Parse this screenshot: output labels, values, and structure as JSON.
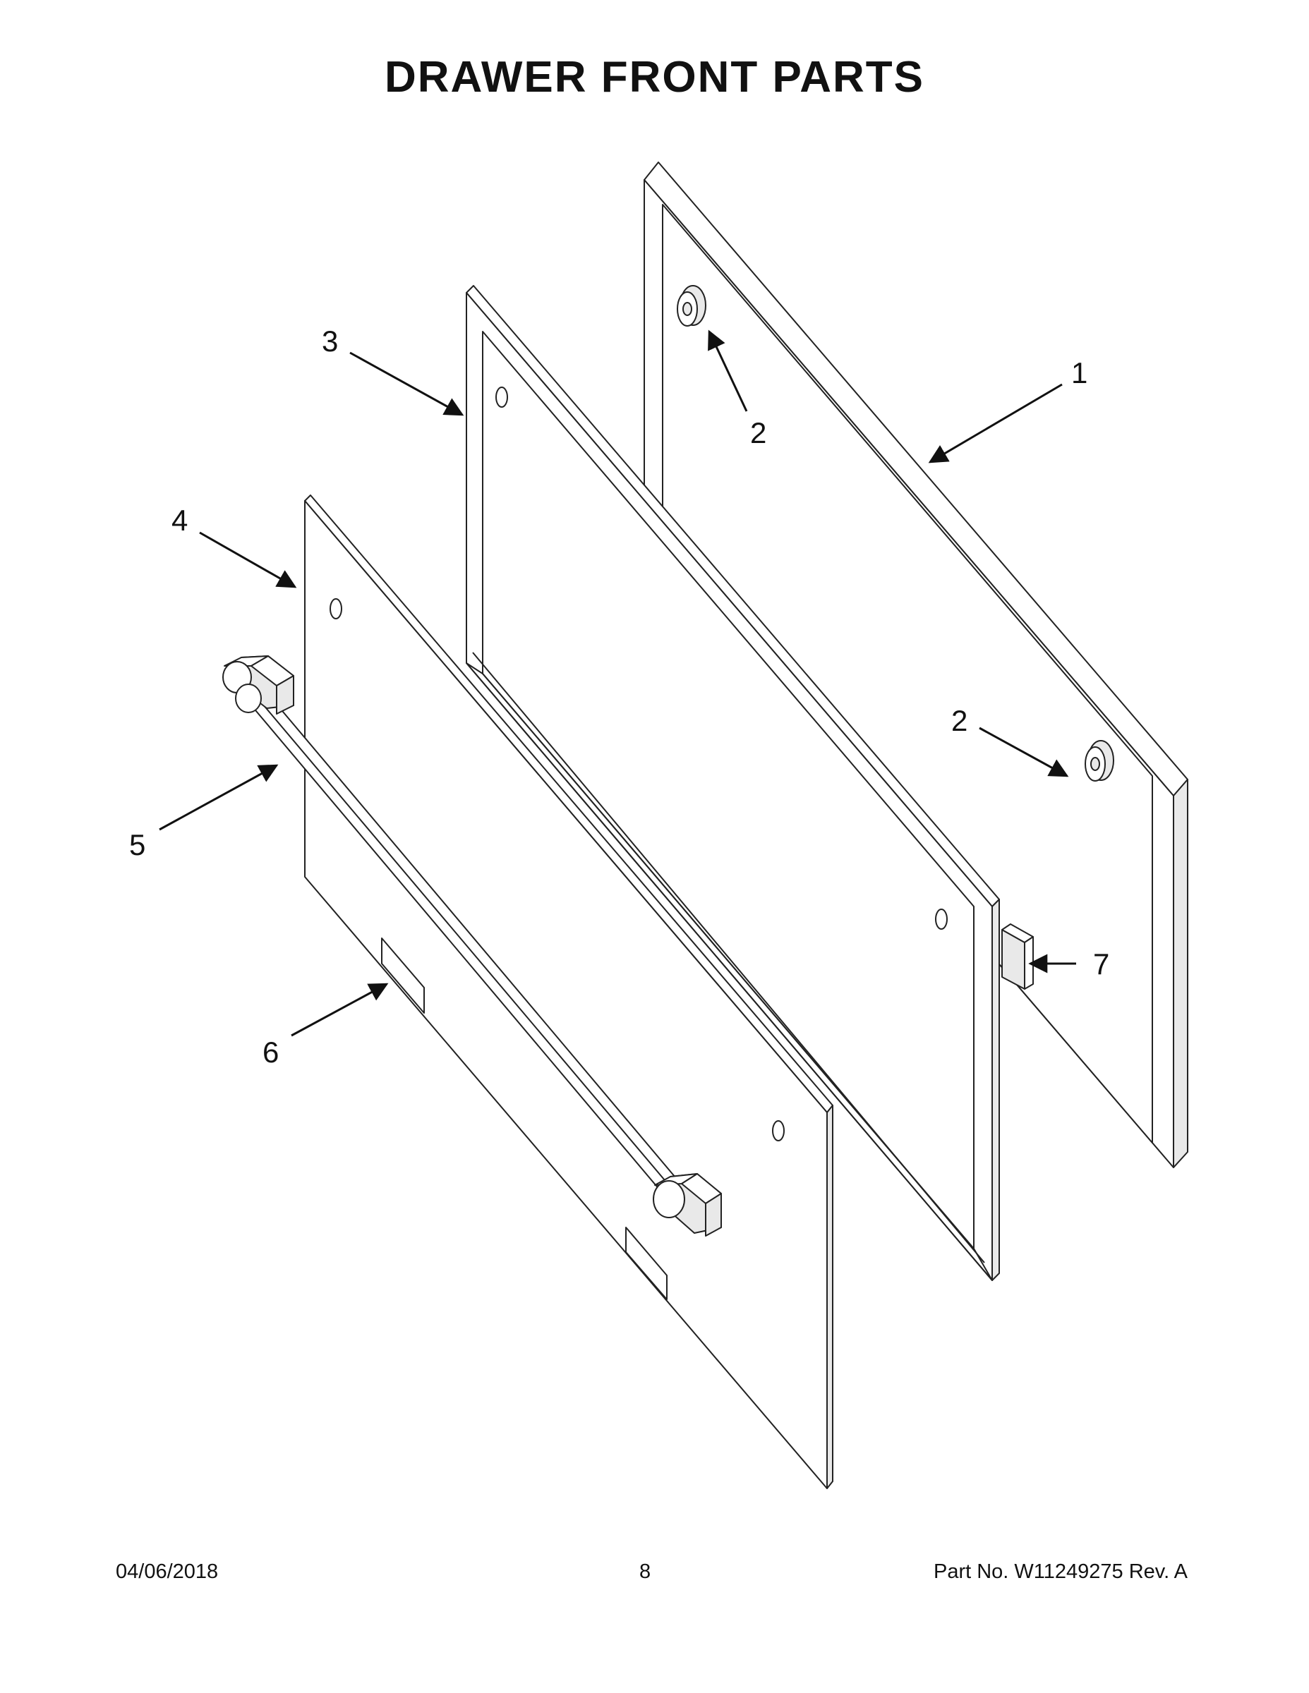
{
  "title": "DRAWER FRONT PARTS",
  "callouts": {
    "c1": "1",
    "c2a": "2",
    "c2b": "2",
    "c3": "3",
    "c4": "4",
    "c5": "5",
    "c6": "6",
    "c7": "7"
  },
  "footer": {
    "date": "04/06/2018",
    "page": "8",
    "part": "Part No.  W11249275  Rev.  A"
  }
}
